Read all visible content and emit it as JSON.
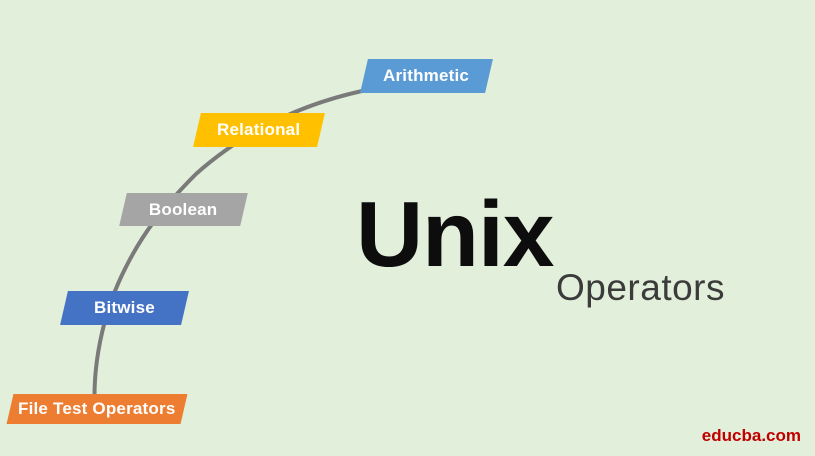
{
  "title": {
    "main": "Unix",
    "subtitle": "Operators"
  },
  "watermark": "educba.com",
  "colors": {
    "background": "#e2efda",
    "curve": "#7a7a7a",
    "title_main": "#0d0d0d",
    "title_subtitle": "#3b3b3b",
    "watermark": "#c00000",
    "node_label": "#ffffff"
  },
  "nodes": [
    {
      "label": "Arithmetic",
      "color": "#5b9bd5"
    },
    {
      "label": "Relational",
      "color": "#ffc000"
    },
    {
      "label": "Boolean",
      "color": "#a5a5a5"
    },
    {
      "label": "Bitwise",
      "color": "#4472c4"
    },
    {
      "label": "File Test Operators",
      "color": "#ed7d31"
    }
  ]
}
